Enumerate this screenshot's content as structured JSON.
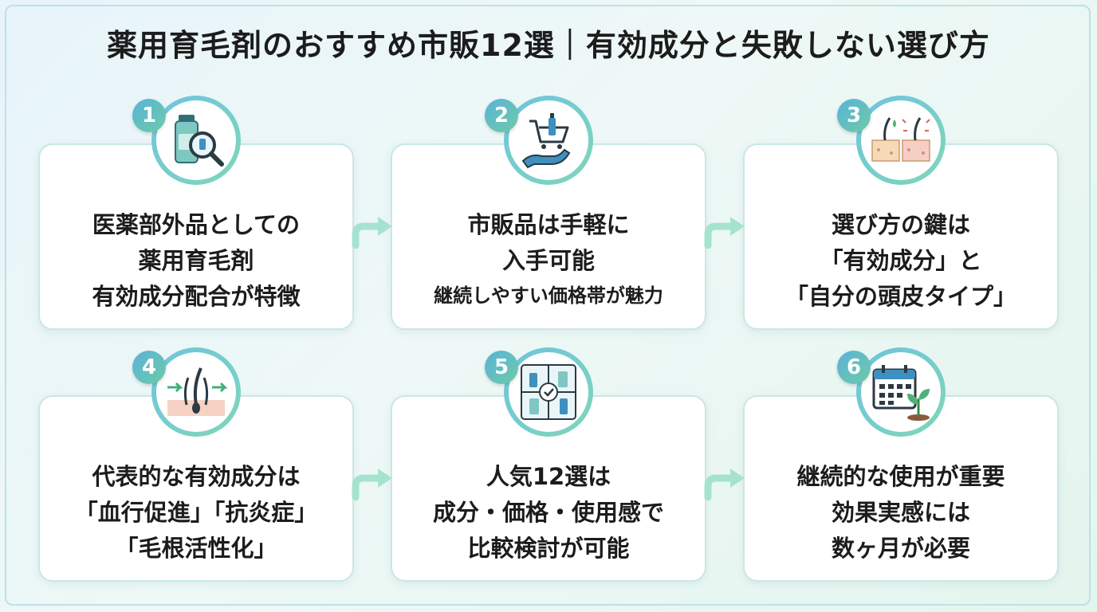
{
  "title": "薬用育毛剤のおすすめ市販12選｜有効成分と失敗しない選び方",
  "colors": {
    "accent_blue": "#5ab3d8",
    "accent_green": "#6dcaa8",
    "card_border": "#c9e7e6"
  },
  "steps": [
    {
      "number": "1",
      "icon": "bottle-magnifier-icon",
      "lines": [
        "医薬部外品としての",
        "薬用育毛剤",
        "有効成分配合が特徴"
      ]
    },
    {
      "number": "2",
      "icon": "hand-cart-icon",
      "lines": [
        "市販品は手軽に",
        "入手可能",
        "継続しやすい価格帯が魅力"
      ]
    },
    {
      "number": "3",
      "icon": "scalp-types-icon",
      "lines": [
        "選び方の鍵は",
        "「有効成分」と",
        "「自分の頭皮タイプ」"
      ]
    },
    {
      "number": "4",
      "icon": "hair-follicle-icon",
      "lines": [
        "代表的な有効成分は",
        "「血行促進」「抗炎症」",
        "「毛根活性化」"
      ]
    },
    {
      "number": "5",
      "icon": "product-grid-icon",
      "lines": [
        "人気12選は",
        "成分・価格・使用感で",
        "比較検討が可能"
      ]
    },
    {
      "number": "6",
      "icon": "calendar-sprout-icon",
      "lines": [
        "継続的な使用が重要",
        "効果実感には",
        "数ヶ月が必要"
      ]
    }
  ]
}
